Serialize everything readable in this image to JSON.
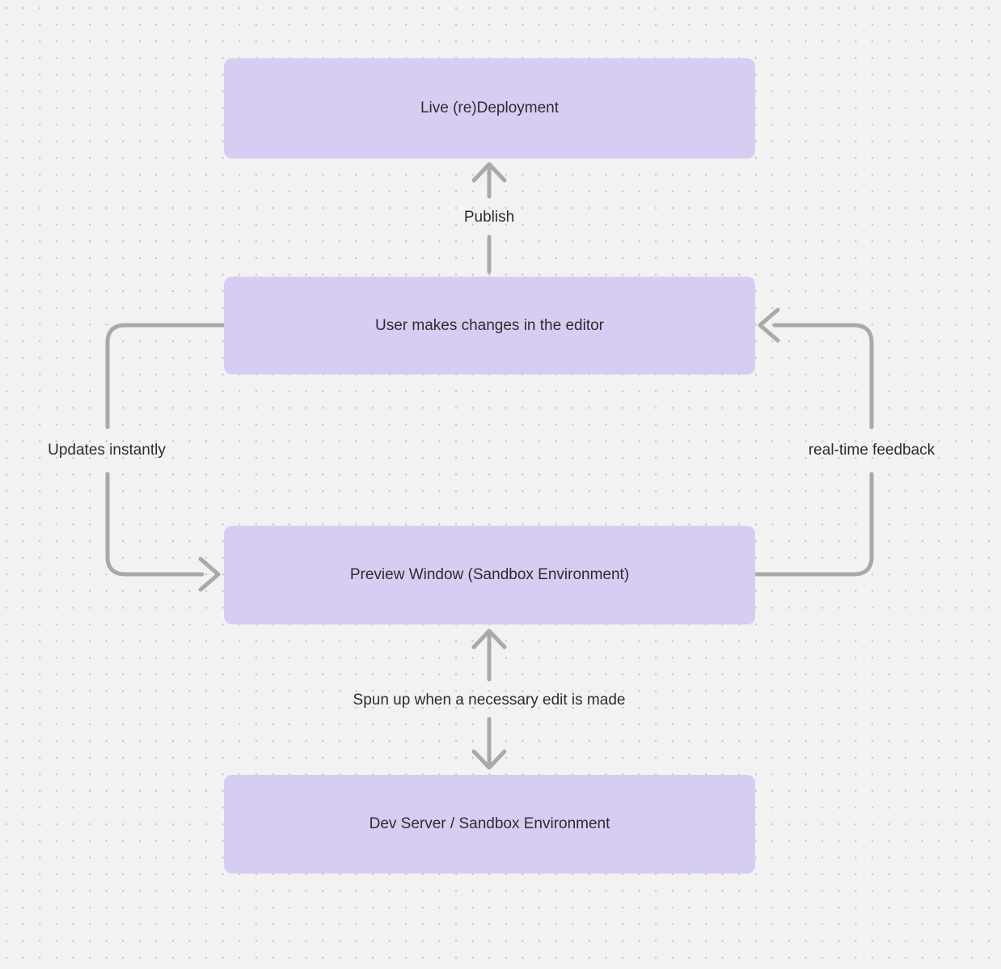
{
  "diagram": {
    "type": "flowchart",
    "background_color": "#f2f2f3",
    "dot_color": "#c5c5c8",
    "node_fill_color": "#d7cdf3",
    "edge_color": "#a9a9a9",
    "text_color": "#2d2d2d"
  },
  "nodes": [
    {
      "id": "live-redeployment",
      "label": "Live (re)Deployment"
    },
    {
      "id": "user-editor",
      "label": "User makes changes in the editor"
    },
    {
      "id": "preview-window",
      "label": "Preview Window (Sandbox Environment)"
    },
    {
      "id": "dev-server",
      "label": "Dev Server / Sandbox Environment"
    }
  ],
  "edges": [
    {
      "from": "user-editor",
      "to": "live-redeployment",
      "label": "Publish",
      "direction": "up"
    },
    {
      "from": "user-editor",
      "to": "preview-window",
      "label": "Updates instantly",
      "side": "left"
    },
    {
      "from": "preview-window",
      "to": "user-editor",
      "label": "real-time feedback",
      "side": "right"
    },
    {
      "from": "preview-window",
      "to": "dev-server",
      "label": "Spun up when a necessary edit is made",
      "bidirectional": true
    }
  ]
}
